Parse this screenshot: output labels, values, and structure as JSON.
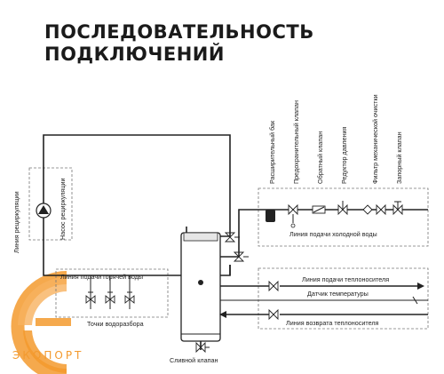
{
  "title": {
    "line1": "ПОСЛЕДОВАТЕЛЬНОСТЬ",
    "line2": "ПОДКЛЮЧЕНИЙ"
  },
  "labels": {
    "recirc_line": "Линия рециркуляции",
    "recirc_pump": "Насос рециркуляции",
    "hot_supply": "Линия подачи горячей воды",
    "taps": "Точки водоразбора",
    "drain": "Сливной клапан",
    "expansion": "Расширительный бак",
    "safety": "Предохранительный клапан",
    "check": "Обратный клапан",
    "reducer": "Редуктор давления",
    "filter": "Фильтр механической очистки",
    "shutoff": "Запорный клапан",
    "cold_supply": "Линия подачи холодной воды",
    "heat_supply": "Линия подачи теплоносителя",
    "sensor": "Датчик температуры",
    "heat_return": "Линия возврата теплоносителя"
  },
  "logo": {
    "text": "ЭКОПОРТ"
  },
  "colors": {
    "accent": "#f39a2e",
    "ink": "#222222"
  }
}
